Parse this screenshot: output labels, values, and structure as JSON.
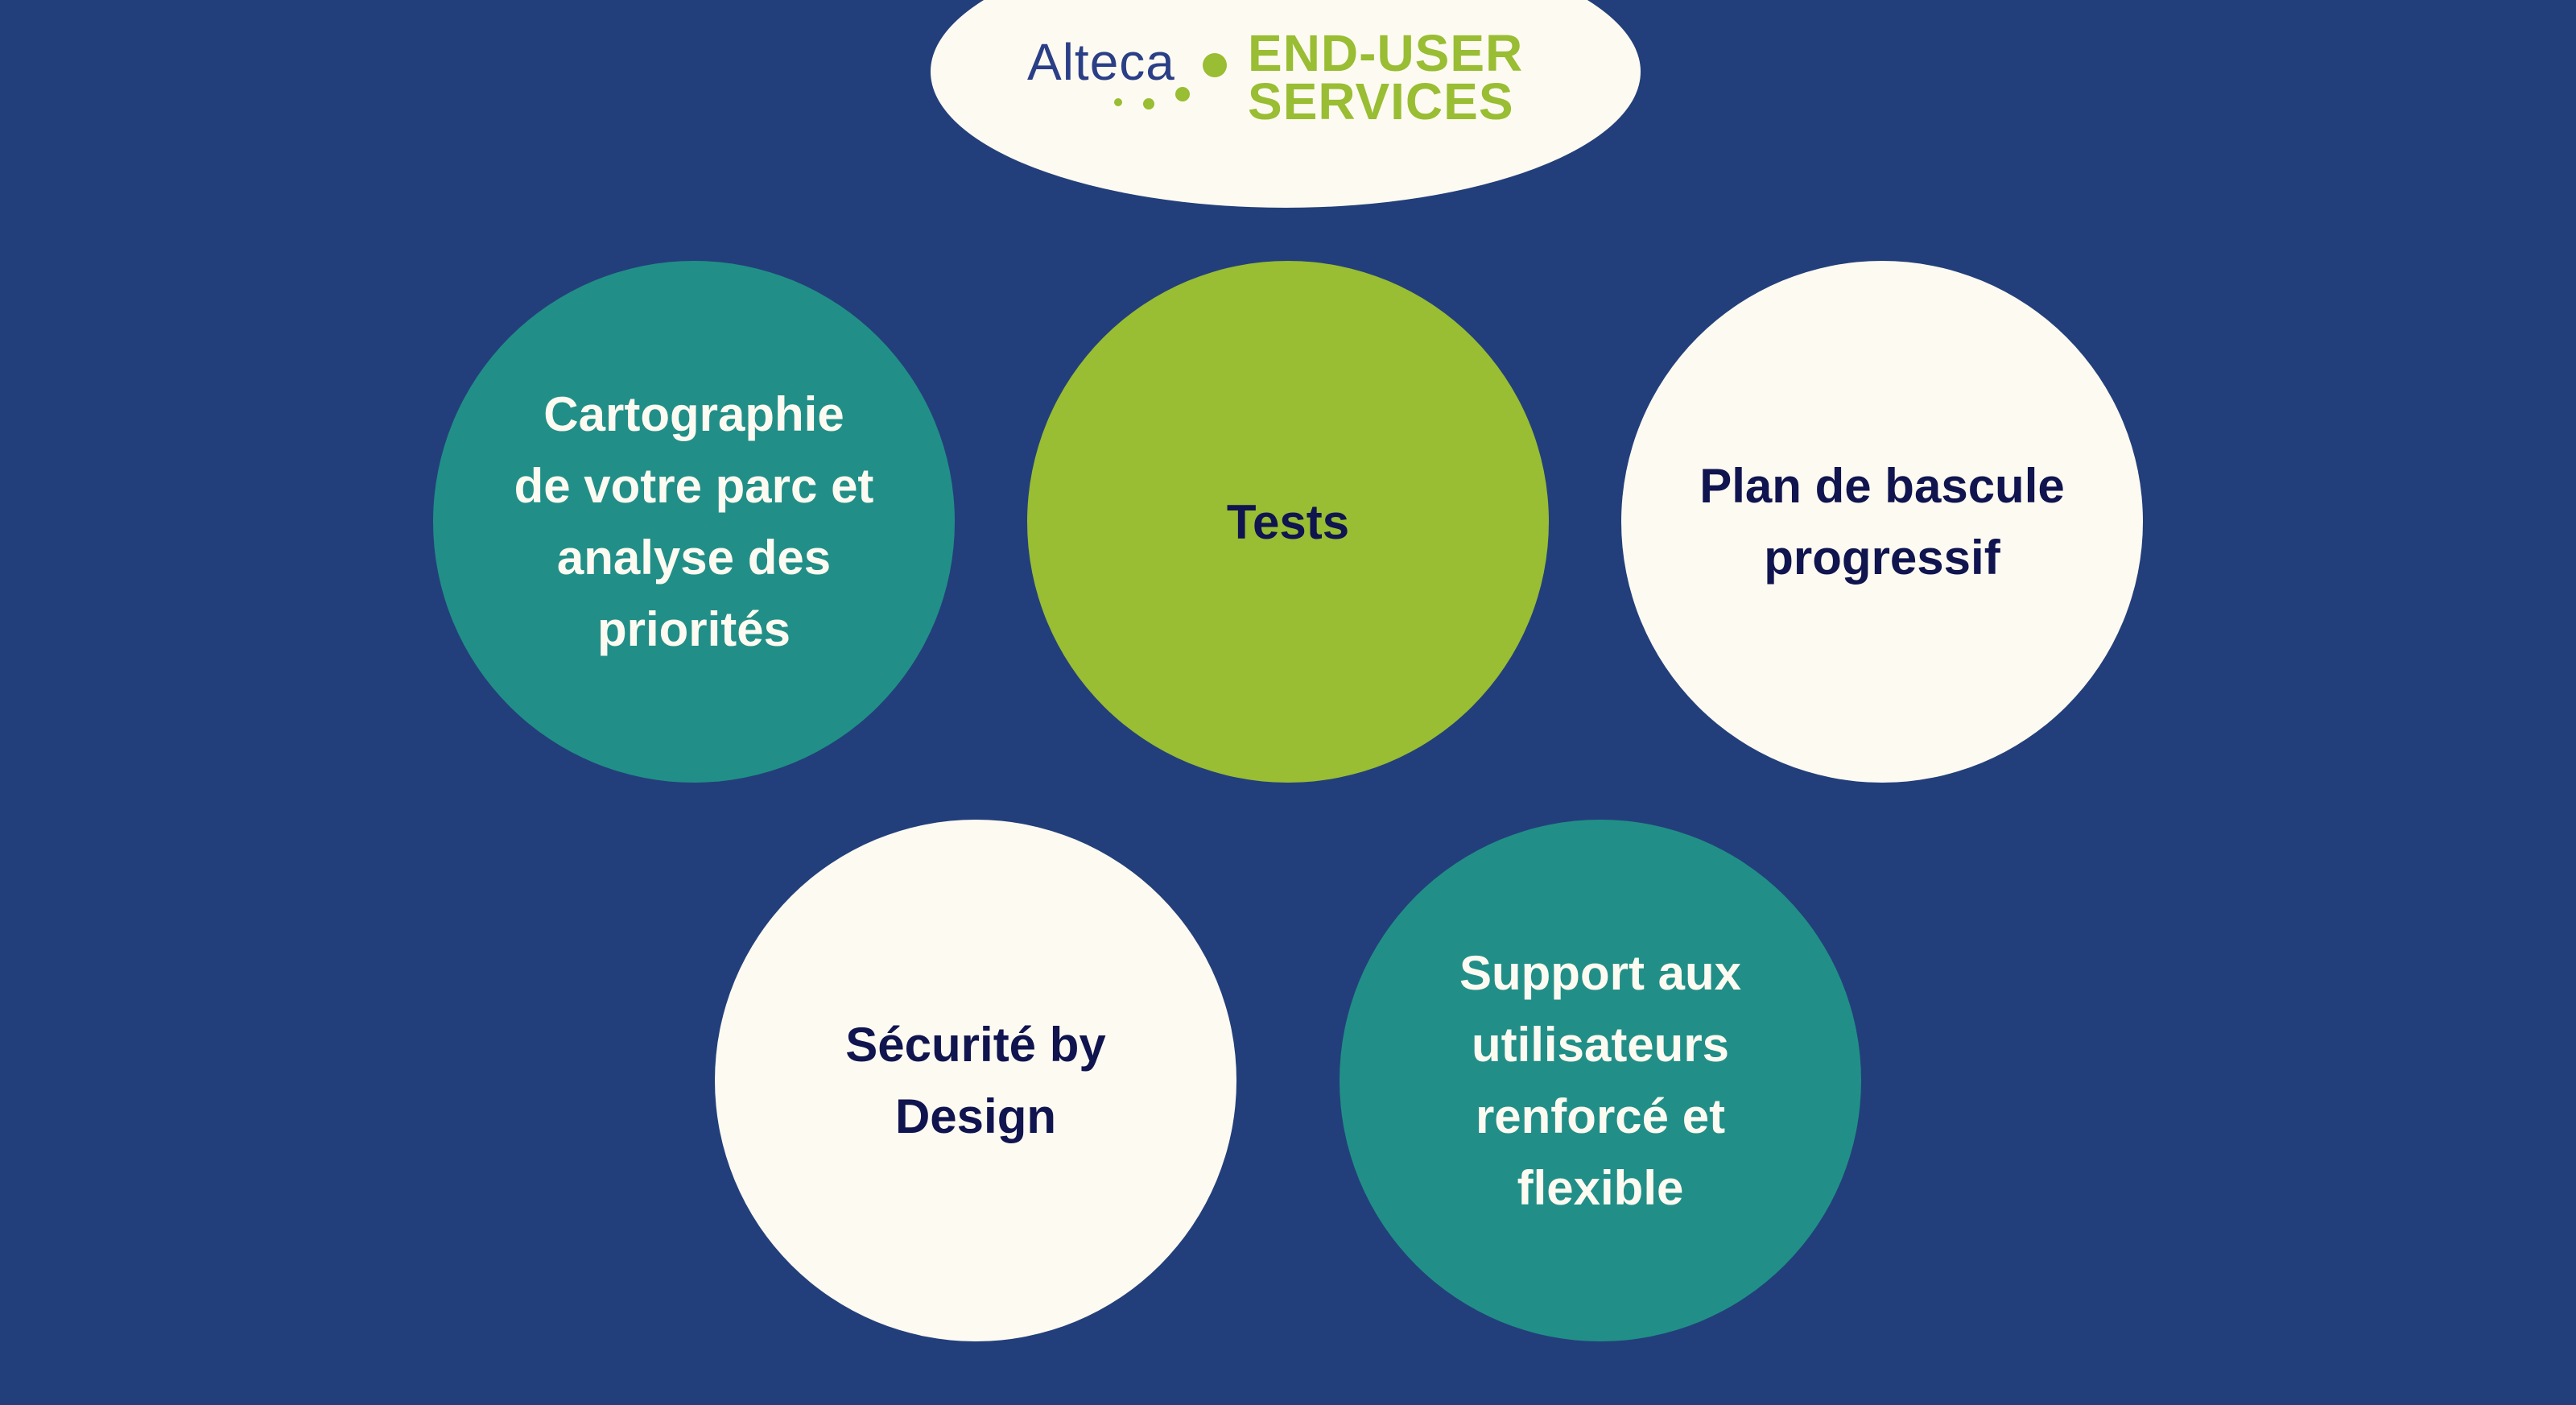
{
  "header": {
    "brand_name": "Alteca",
    "service_line1": "END-USER",
    "service_line2": "SERVICES"
  },
  "colors": {
    "background": "#233f7b",
    "teal": "#218f87",
    "green": "#99bd33",
    "cream": "#fdfaf1",
    "dark_text": "#10144f",
    "light_text": "#fdfaf1",
    "brand_blue": "#2a3f86"
  },
  "circles": [
    {
      "label": "Cartographie\nde votre parc et\nanalyse des\npriorités",
      "color": "teal"
    },
    {
      "label": "Tests",
      "color": "green"
    },
    {
      "label": "Plan de bascule\nprogressif",
      "color": "cream"
    },
    {
      "label": "Sécurité by\nDesign",
      "color": "cream"
    },
    {
      "label": "Support aux\nutilisateurs\nrenforcé et\nflexible",
      "color": "teal"
    }
  ]
}
